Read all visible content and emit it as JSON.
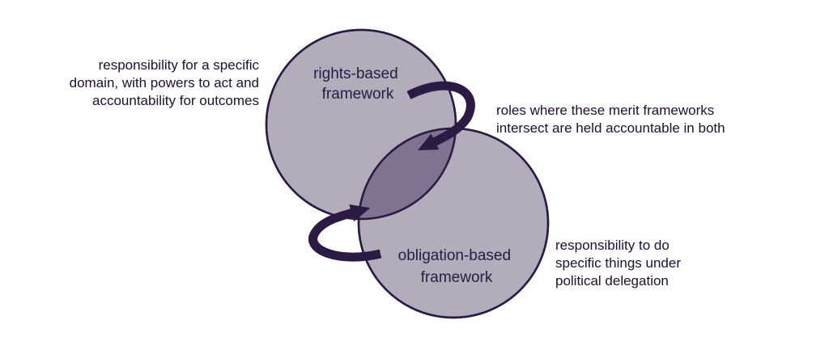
{
  "colors": {
    "circle_fill": "#b2acbb",
    "intersection_fill": "#7f738f",
    "stroke": "#2a1a44"
  },
  "circles": {
    "top": {
      "label_lines": [
        "rights-based",
        "framework"
      ]
    },
    "bottom": {
      "label_lines": [
        "obligation-based",
        "framework"
      ]
    }
  },
  "annotations": {
    "left": [
      "responsibility for a specific",
      "domain, with powers to act and",
      "accountability for outcomes"
    ],
    "right_top": [
      "roles where these merit frameworks",
      "intersect are held accountable in both"
    ],
    "right_bottom": [
      "responsibility to do",
      "specific things under",
      "political delegation"
    ]
  },
  "icons": {
    "top_arrow": "curved-arrow-icon",
    "bottom_arrow": "curved-arrow-icon"
  }
}
